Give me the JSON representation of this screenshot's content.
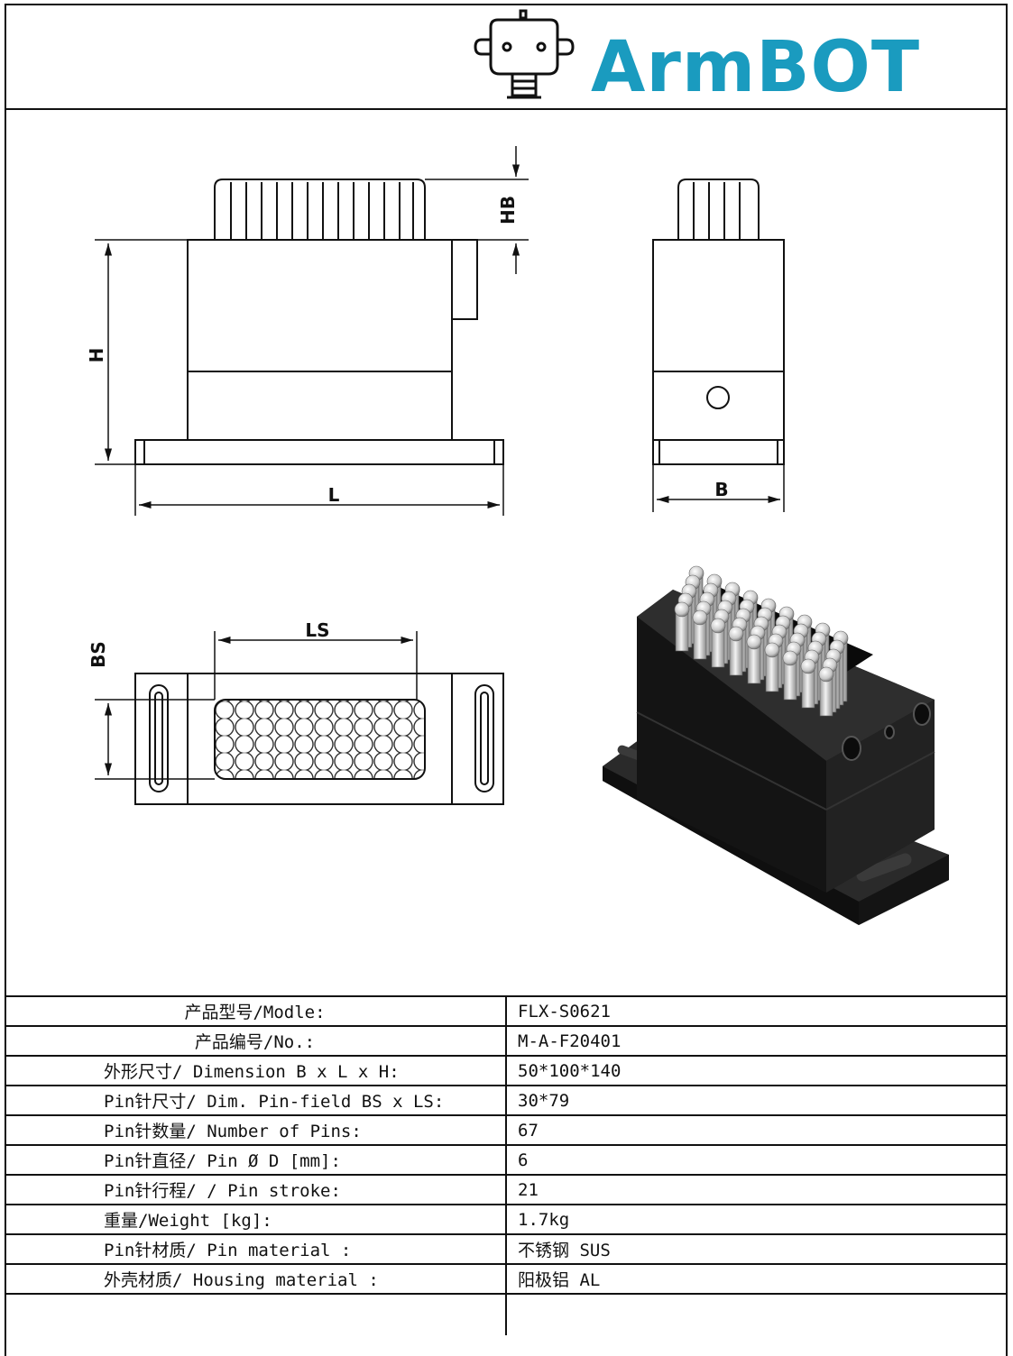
{
  "brand": {
    "name": "ArmBOT",
    "color": "#1a9bbf",
    "icon": "robot-head-icon"
  },
  "dimension_labels": {
    "H": "H",
    "HB": "HB",
    "L": "L",
    "B": "B",
    "LS": "LS",
    "BS": "BS"
  },
  "specs": [
    {
      "label": "产品型号/Modle:",
      "value": "FLX-S0621"
    },
    {
      "label": "产品编号/No.:",
      "value": "M-A-F20401"
    },
    {
      "label": "外形尺寸/ Dimension B x L x H:",
      "value": "50*100*140"
    },
    {
      "label": "Pin针尺寸/ Dim. Pin-field BS x LS:",
      "value": "30*79"
    },
    {
      "label": "Pin针数量/ Number of Pins:",
      "value": "67"
    },
    {
      "label": "Pin针直径/  Pin Ø D [mm]:",
      "value": "6"
    },
    {
      "label": "Pin针行程/  / Pin stroke:",
      "value": "21"
    },
    {
      "label": "重量/Weight [kg]:",
      "value": "1.7kg"
    },
    {
      "label": "Pin针材质/ Pin material :",
      "value": "不锈钢 SUS"
    },
    {
      "label": "外壳材质/  Housing material :",
      "value": "阳极铝 AL"
    },
    {
      "label": "",
      "value": ""
    }
  ]
}
